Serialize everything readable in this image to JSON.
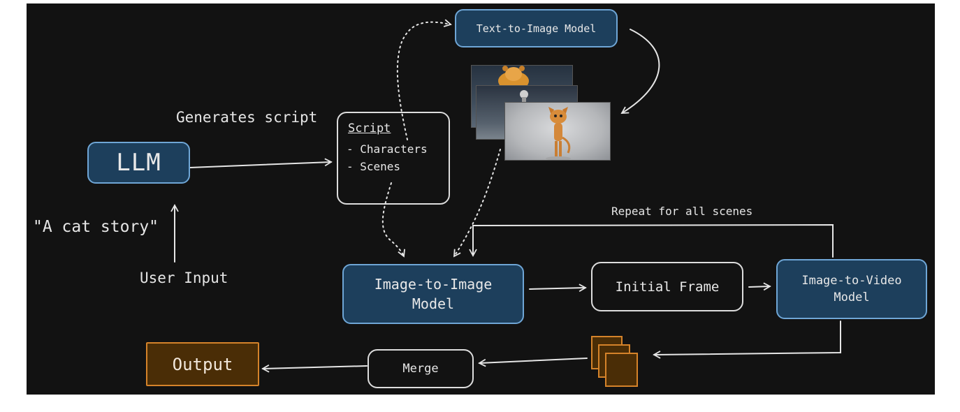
{
  "colors": {
    "background": "#121212",
    "model_fill": "#1d3f5c",
    "model_border": "#6fa6d6",
    "output_fill": "#4a2d06",
    "output_border": "#d5832a",
    "line": "#e6e6e6"
  },
  "nodes": {
    "llm": "LLM",
    "script_title": "Script",
    "script_items": [
      "- Characters",
      "- Scenes"
    ],
    "text_to_image": "Text-to-Image Model",
    "image_to_image": [
      "Image-to-Image",
      "Model"
    ],
    "initial_frame": "Initial Frame",
    "image_to_video": [
      "Image-to-Video",
      "Model"
    ],
    "merge": "Merge",
    "output": "Output"
  },
  "labels": {
    "generates_script": "Generates script",
    "cat_story": "\"A cat story\"",
    "user_input": "User Input",
    "repeat": "Repeat for all scenes"
  },
  "images": {
    "generated_images": [
      "bear-character-image",
      "small-character-image",
      "cat-character-image"
    ],
    "clip_stack": [
      "clip-frame-1",
      "clip-frame-2",
      "clip-frame-3"
    ]
  }
}
